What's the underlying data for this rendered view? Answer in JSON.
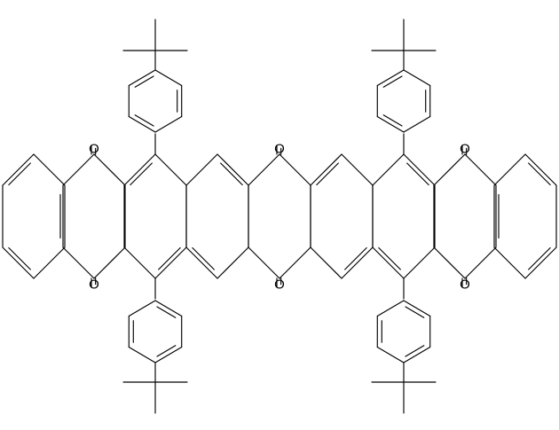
{
  "structure": {
    "oxygen_labels": [
      {
        "id": "o1",
        "text": "O"
      },
      {
        "id": "o2",
        "text": "O"
      },
      {
        "id": "o3",
        "text": "O"
      },
      {
        "id": "o4",
        "text": "O"
      },
      {
        "id": "o5",
        "text": "O"
      },
      {
        "id": "o6",
        "text": "O"
      }
    ],
    "substituents": [
      "4-tert-butylphenyl",
      "4-tert-butylphenyl",
      "4-tert-butylphenyl",
      "4-tert-butylphenyl"
    ],
    "colors": {
      "bond": "#000000",
      "background": "#ffffff"
    }
  }
}
